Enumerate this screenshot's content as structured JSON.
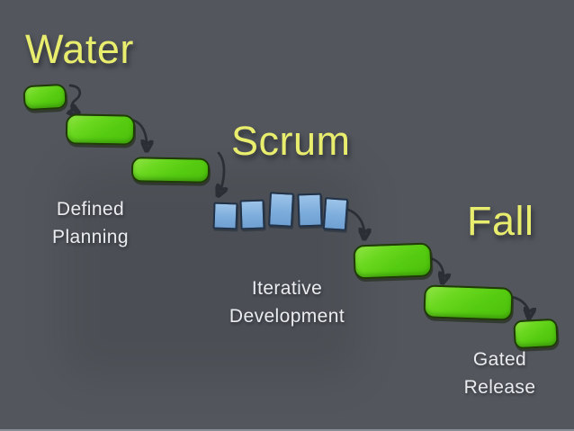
{
  "slide": {
    "title_parts": {
      "water": "Water",
      "scrum": "Scrum",
      "fall": "Fall"
    },
    "labels": {
      "defined_planning": {
        "line1": "Defined",
        "line2": "Planning"
      },
      "iterative_development": {
        "line1": "Iterative",
        "line2": "Development"
      },
      "gated_release": {
        "line1": "Gated",
        "line2": "Release"
      }
    },
    "diagram": {
      "waterfall_bar_count": 6,
      "sprint_count": 5,
      "arrow_count": 6
    },
    "colors": {
      "background": "#53575D",
      "title_yellow": "#E9ED6E",
      "bar_green": "#55CB10",
      "bar_green_highlight": "#90E444",
      "bar_outline": "#1F3B06",
      "sprint_blue": "#7DADDC",
      "sprint_outline": "#223349",
      "label_text": "#EAECEF",
      "arrow": "#2B2F35"
    }
  }
}
